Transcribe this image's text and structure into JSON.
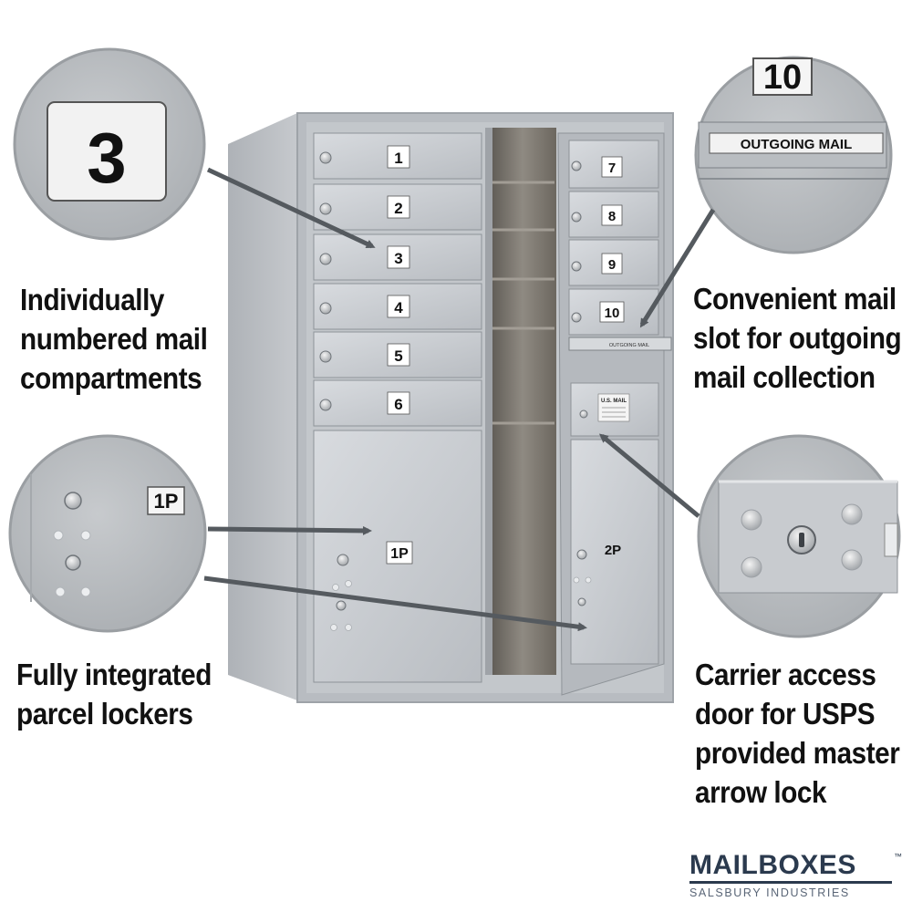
{
  "captions": {
    "compartments": [
      "Individually",
      "numbered mail",
      "compartments"
    ],
    "outgoing": [
      "Convenient mail",
      "slot for outgoing",
      "mail collection"
    ],
    "parcel": [
      "Fully integrated",
      "parcel lockers"
    ],
    "carrier": [
      "Carrier access",
      "door for USPS",
      "provided master",
      "arrow lock"
    ]
  },
  "mailbox": {
    "left_doors": [
      "1",
      "2",
      "3",
      "4",
      "5",
      "6"
    ],
    "right_doors": [
      "7",
      "8",
      "9",
      "10"
    ],
    "parcel_left": "1P",
    "parcel_right": "2P",
    "slot_label": "OUTGOING MAIL",
    "usps_label": "U.S. MAIL"
  },
  "zooms": {
    "number": "3",
    "slot_number": "10",
    "slot_label": "OUTGOING MAIL",
    "parcel_label": "1P"
  },
  "brand": {
    "name": "MAILBOXES",
    "tagline": "SALSBURY INDUSTRIES",
    "tm": "™"
  },
  "colors": {
    "aluminum": "#c9ccd0",
    "arrow": "#555a5f"
  }
}
